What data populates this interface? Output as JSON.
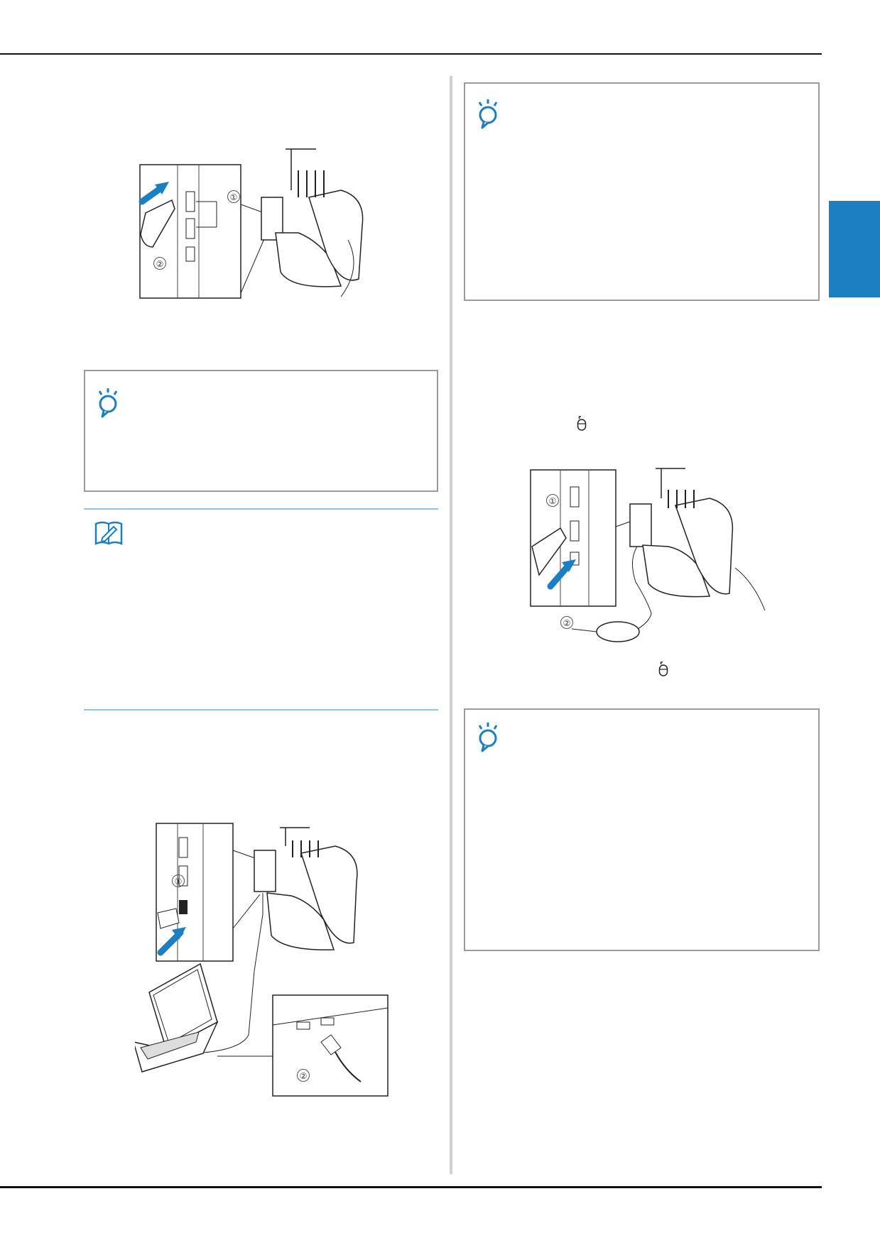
{
  "page": {
    "side_tab_color": "#1b7fc1",
    "note_icon_color": "#1b7fc1",
    "memo_rule_color": "#8ec3e6"
  },
  "icons": {
    "note": "note-bulb-icon",
    "memo": "memo-pencil-icon",
    "mouse": "mouse-symbol-icon"
  },
  "figures": {
    "usb_media": {
      "callouts": [
        "①",
        "②"
      ]
    },
    "computer": {
      "callouts": [
        "①",
        "②"
      ]
    },
    "mouse": {
      "callouts": [
        "①",
        "②"
      ]
    }
  }
}
